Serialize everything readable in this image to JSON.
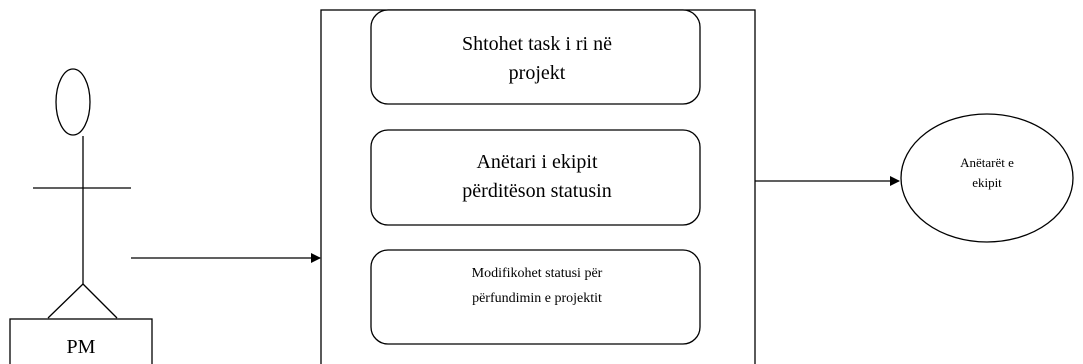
{
  "actor": {
    "label": "PM"
  },
  "system": {
    "use_cases": [
      {
        "line1": "Shtohet task i ri në",
        "line2": "projekt"
      },
      {
        "line1": "Anëtari i ekipit",
        "line2": "përditëson statusin"
      },
      {
        "line1": "Modifikohet statusi për",
        "line2": "përfundimin e projektit"
      }
    ]
  },
  "recipient": {
    "line1": "Anëtarët e",
    "line2": "ekipit"
  },
  "colors": {
    "stroke": "#000000",
    "background": "#ffffff"
  }
}
